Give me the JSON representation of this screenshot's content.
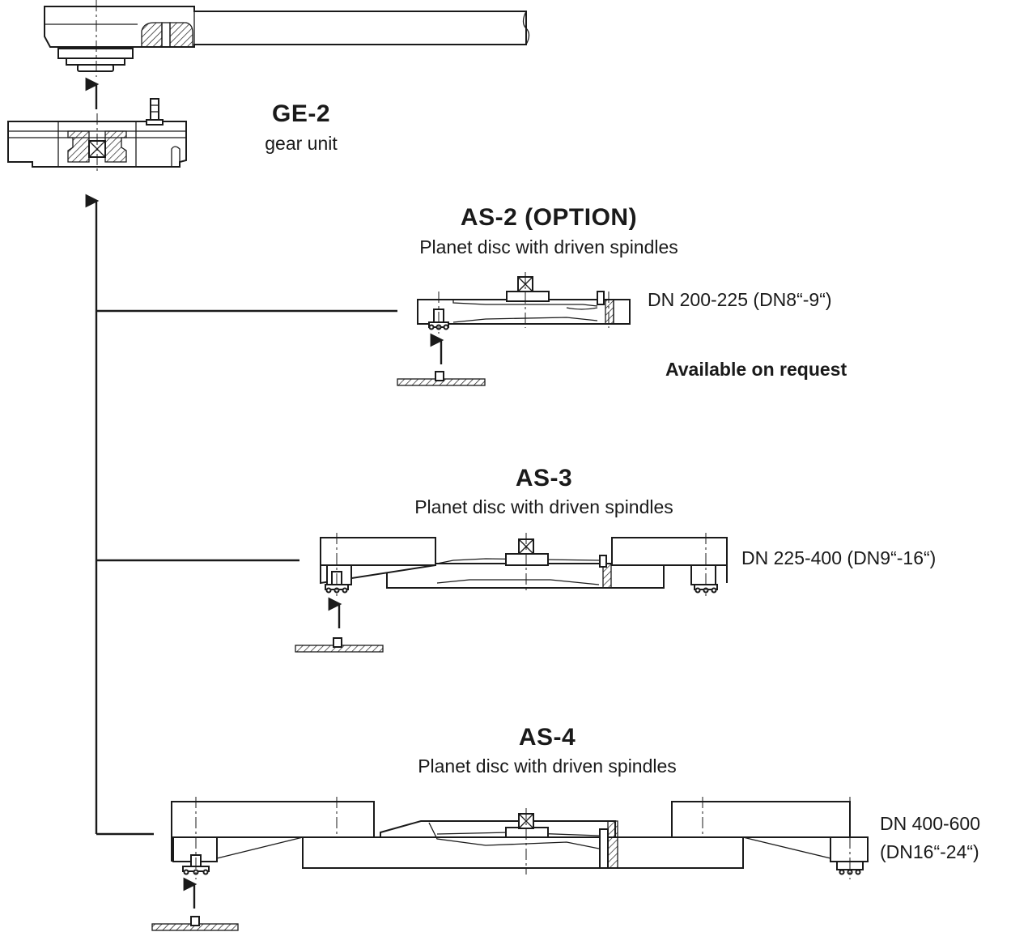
{
  "units": {
    "ge2": {
      "title": "GE-2",
      "subtitle": "gear unit"
    },
    "as2": {
      "title": "AS-2 (OPTION)",
      "subtitle": "Planet disc with driven spindles",
      "spec": "DN 200-225 (DN8“-9“)",
      "note": "Available on request"
    },
    "as3": {
      "title": "AS-3",
      "subtitle": "Planet disc with driven spindles",
      "spec": "DN 225-400 (DN9“-16“)"
    },
    "as4": {
      "title": "AS-4",
      "subtitle": "Planet disc with driven spindles",
      "spec_line1": "DN 400-600",
      "spec_line2": "(DN16“-24“)"
    }
  }
}
